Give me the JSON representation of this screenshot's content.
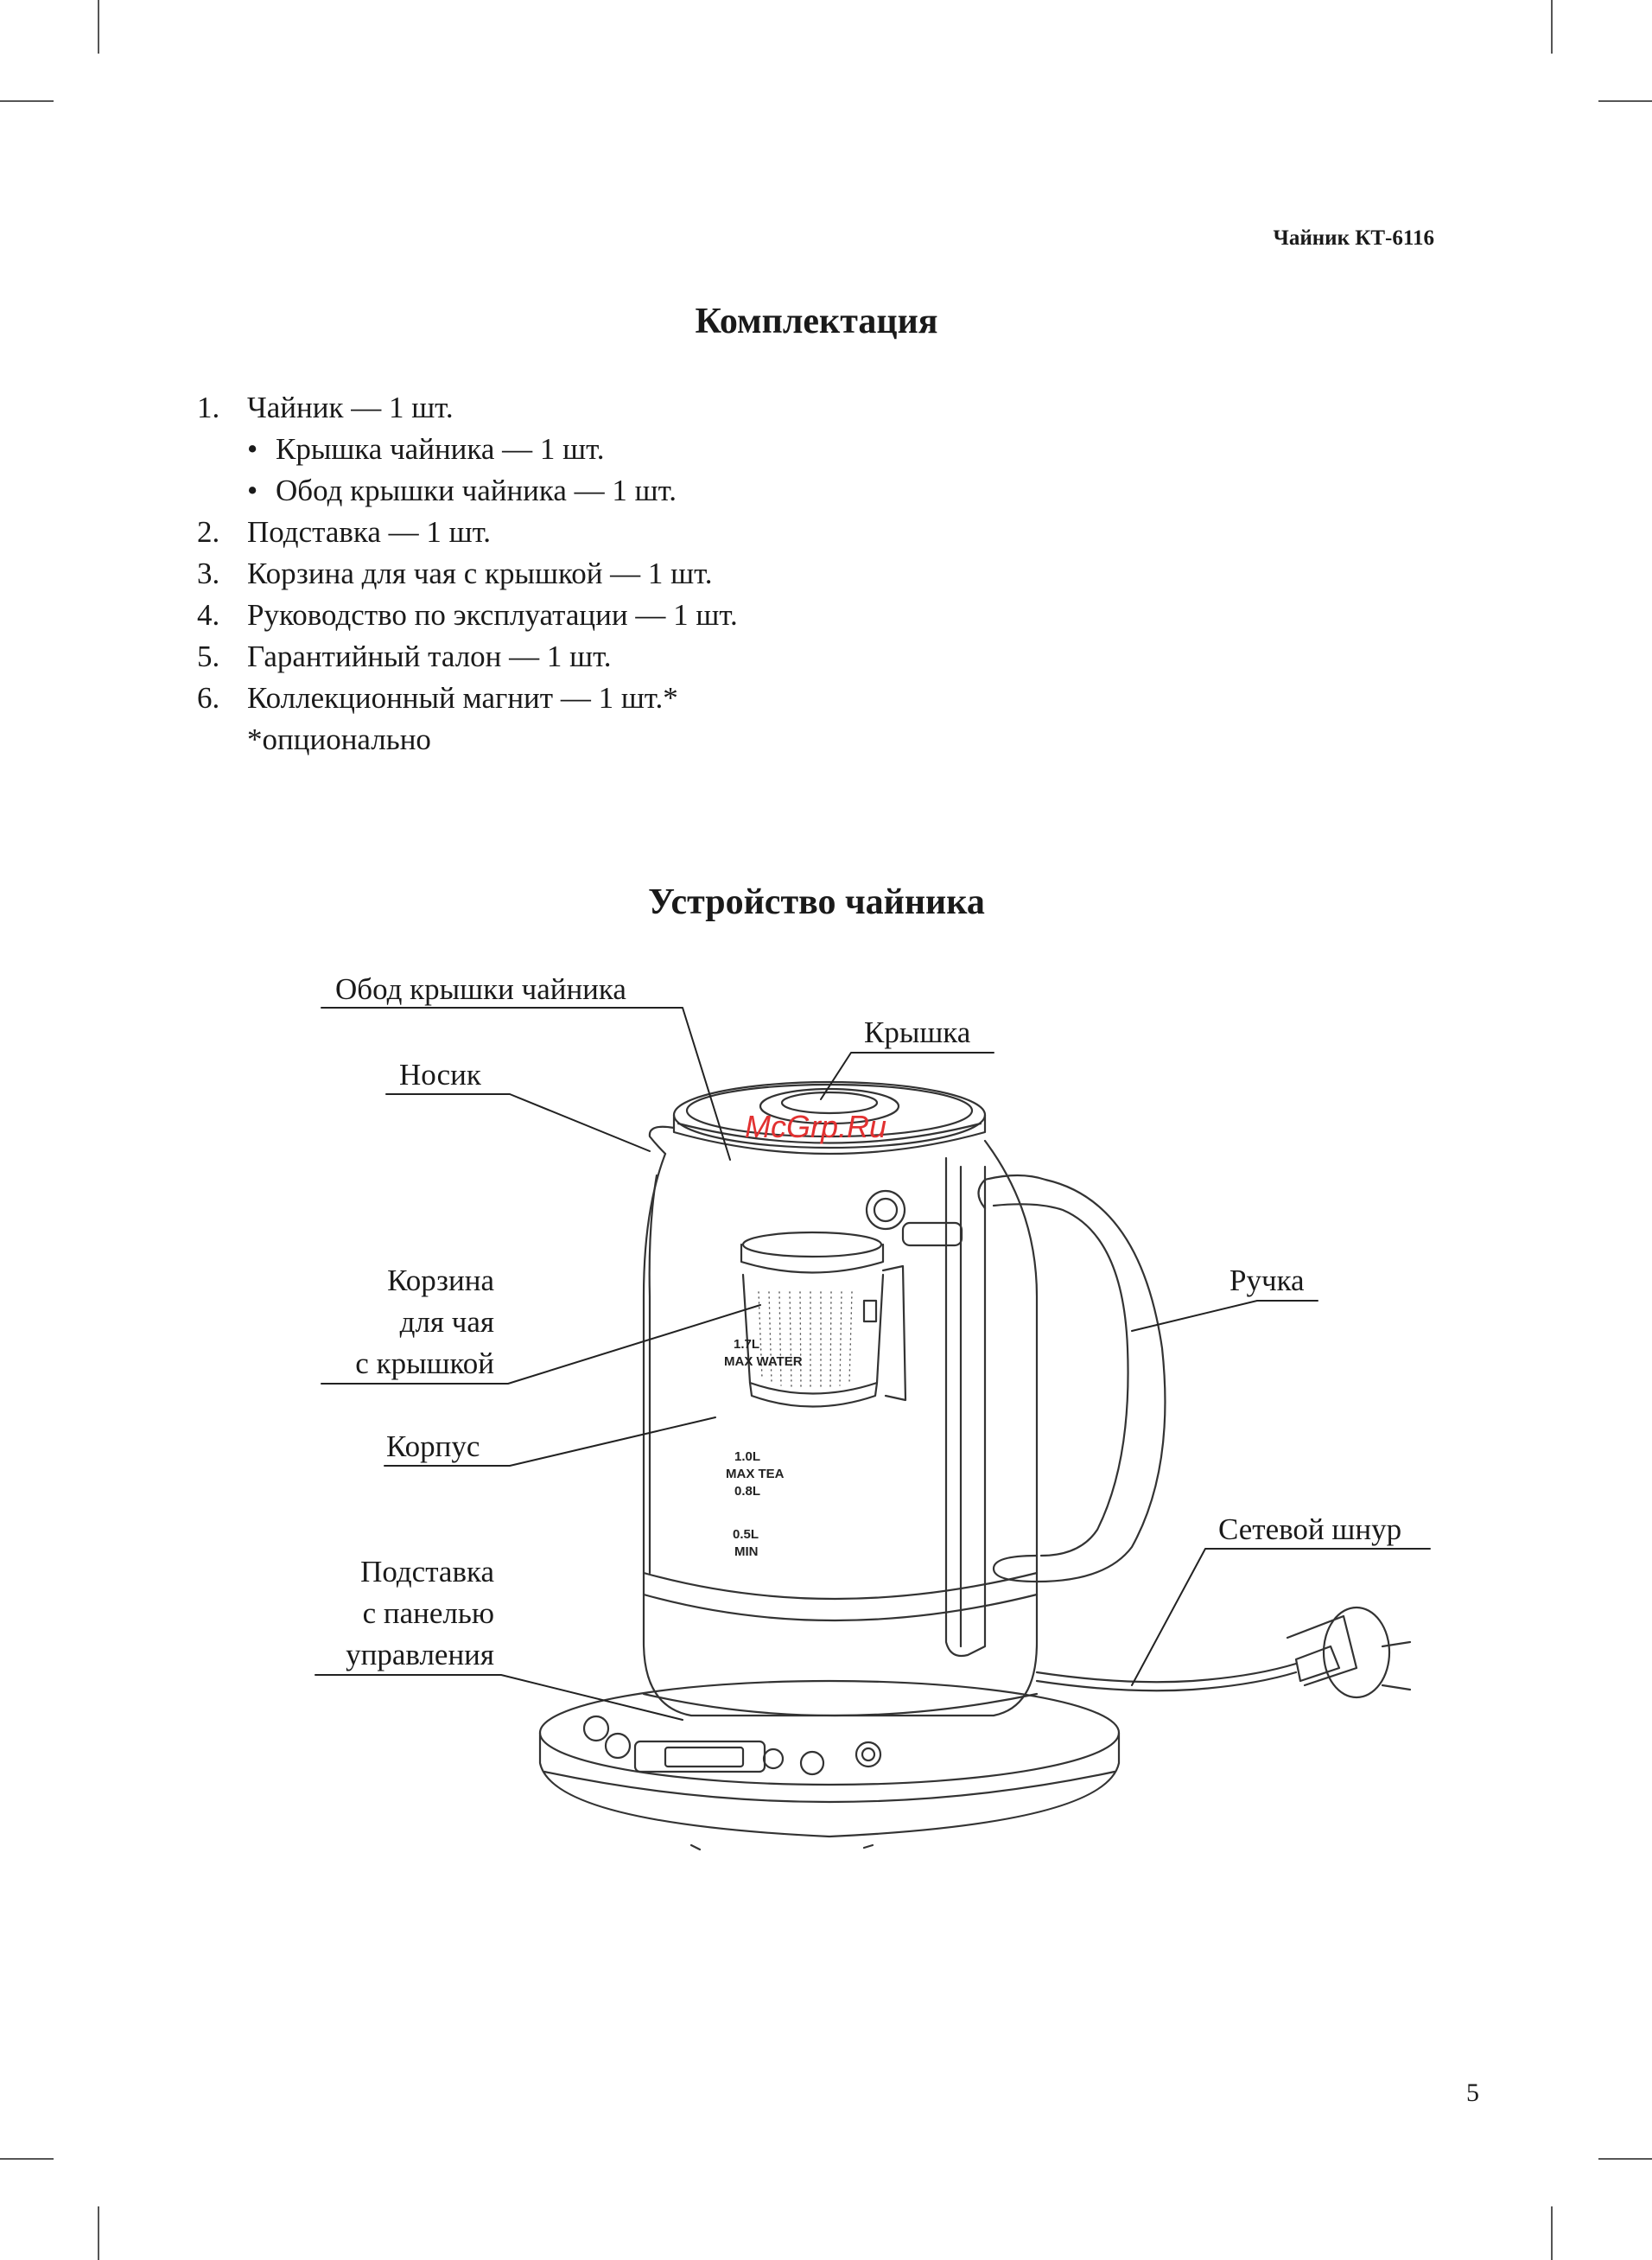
{
  "header": {
    "title": "Чайник КТ-6116"
  },
  "section_contents": {
    "heading": "Комплектация",
    "items": [
      {
        "num": "1.",
        "text": "Чайник — 1 шт."
      },
      {
        "bullet": "•",
        "text": "Крышка чайника — 1 шт."
      },
      {
        "bullet": "•",
        "text": "Обод крышки чайника — 1 шт."
      },
      {
        "num": "2.",
        "text": "Подставка — 1 шт."
      },
      {
        "num": "3.",
        "text": "Корзина для чая с крышкой — 1 шт."
      },
      {
        "num": "4.",
        "text": "Руководство по эксплуатации — 1 шт."
      },
      {
        "num": "5.",
        "text": "Гарантийный талон — 1 шт."
      },
      {
        "num": "6.",
        "text": "Коллекционный магнит — 1 шт.*"
      }
    ],
    "note": "*опционально"
  },
  "section_device": {
    "heading": "Устройство чайника",
    "labels": {
      "lid_rim": "Обод крышки чайника",
      "lid": "Крышка",
      "spout": "Носик",
      "basket_1": "Корзина",
      "basket_2": "для чая",
      "basket_3": "с крышкой",
      "handle": "Ручка",
      "body": "Корпус",
      "cord": "Сетевой шнур",
      "base_1": "Подставка",
      "base_2": "с панелью",
      "base_3": "управления"
    },
    "markings": {
      "max_water_vol": "1.7L",
      "max_water": "MAX WATER",
      "max_tea_vol": "1.0L",
      "max_tea": "MAX TEA",
      "mid_vol": "0.8L",
      "min_vol": "0.5L",
      "min": "MIN"
    }
  },
  "watermark": "McGrp.Ru",
  "page_number": "5"
}
